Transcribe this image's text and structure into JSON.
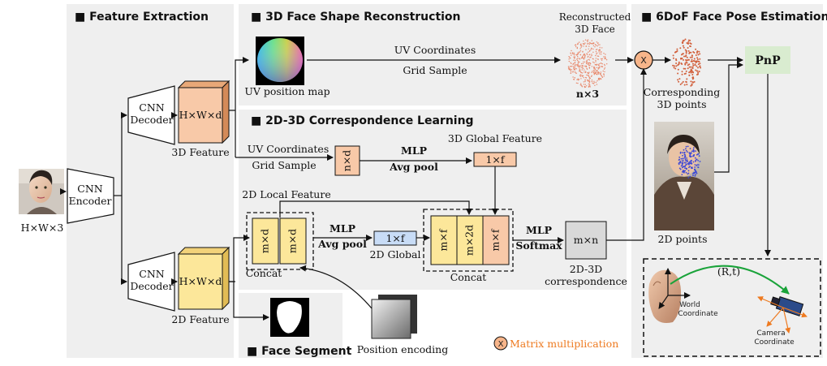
{
  "sections": {
    "feature_extraction": "■ Feature Extraction",
    "shape_reconstruction": "■ 3D Face Shape Reconstruction",
    "correspondence_learning": "■ 2D-3D Correspondence Learning",
    "pose_estimation": "■ 6DoF Face Pose Estimation",
    "face_segment": "■ Face Segment"
  },
  "input": {
    "size": "H×W×3"
  },
  "encoder": {
    "line1": "CNN",
    "line2": "Encoder"
  },
  "decoder_top": {
    "line1": "CNN",
    "line2": "Decoder"
  },
  "decoder_bottom": {
    "line1": "CNN",
    "line2": "Decoder"
  },
  "feature_3d": {
    "box": "H×W×d",
    "caption": "3D Feature"
  },
  "feature_2d": {
    "box": "H×W×d",
    "caption": "2D Feature"
  },
  "shape": {
    "uv_map_caption": "UV position map",
    "uv_coords": "UV Coordinates",
    "grid_sample": "Grid Sample",
    "recon_line1": "Reconstructed",
    "recon_line2": "3D Face",
    "n3": "n×3"
  },
  "corr": {
    "uv_coords": "UV Coordinates",
    "grid_sample": "Grid Sample",
    "nd": "n×d",
    "mlp1": "MLP",
    "avgpool1": "Avg pool",
    "global3d_caption": "3D Global Feature",
    "global3d_box": "1×f",
    "local2d_caption": "2D Local Feature",
    "md1": "m×d",
    "md2": "m×d",
    "concat1": "Concat",
    "mlp2": "MLP",
    "avgpool2": "Avg pool",
    "global2d_box": "1×f",
    "global2d_caption": "2D Global",
    "mf1": "m×f",
    "m2d": "m×2d",
    "mf2": "m×f",
    "concat2": "Concat",
    "mlp3": "MLP",
    "softmax": "Softmax",
    "mn": "m×n",
    "corr_line1": "2D-3D",
    "corr_line2": "correspondence"
  },
  "pose": {
    "corr_line1": "Corresponding",
    "corr_line2": "3D points",
    "pnp": "PnP",
    "points2d": "2D points",
    "rt": "(R,t)",
    "world1": "World",
    "world2": "Coordinate",
    "camera1": "Camera",
    "camera2": "Coordinate"
  },
  "position_encoding": "Position encoding",
  "legend": {
    "symbol": "X",
    "label": "Matrix multiplication"
  },
  "colors": {
    "panel": "#efefef",
    "peach": "#f8c9a8",
    "yellow": "#fce79a",
    "blue": "#c8dcf6",
    "green": "#d9ecd0",
    "orange": "#ff8000",
    "arrow_green": "#1aa33a"
  }
}
